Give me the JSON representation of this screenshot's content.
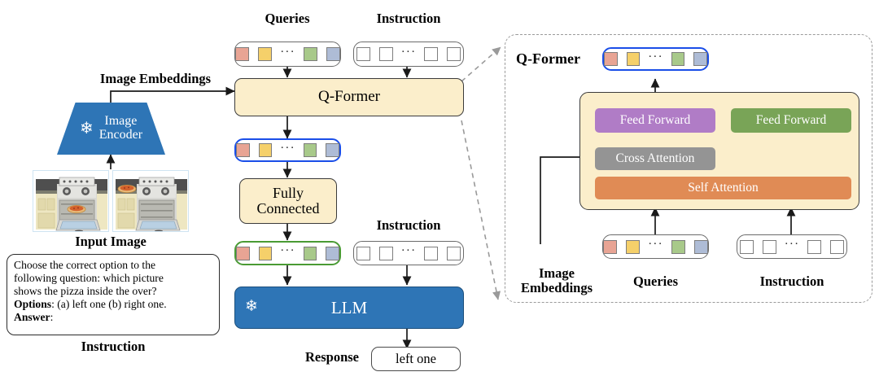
{
  "diagram": {
    "title": "InstructBLIP architecture overview",
    "colors": {
      "cream": "#fbeecb",
      "blue": "#2e75b6",
      "purple": "#b07cc6",
      "green": "#79a457",
      "gray": "#949494",
      "orange": "#e08b55",
      "token_salmon": "#e8a494",
      "token_gold": "#f5d06a",
      "token_green": "#a8c98a",
      "token_blue": "#aebcd6",
      "highlight_blue_border": "#1a4ee8",
      "highlight_green_border": "#4a9b34",
      "dashed_border": "#9a9a9a"
    }
  },
  "left": {
    "image_embeddings_label": "Image Embeddings",
    "encoder_label_line1": "Image",
    "encoder_label_line2": "Encoder",
    "encoder_frozen_icon": "snowflake-icon",
    "input_image_label": "Input Image",
    "instruction_label": "Instruction",
    "instruction_text": {
      "line1": "Choose the correct option to the",
      "line2": "following question: which picture",
      "line3": "shows the pizza inside the over?",
      "options_key": "Options",
      "options_value": ": (a) left one (b) right one.",
      "answer_key": "Answer",
      "answer_value": ":"
    },
    "thumbnails": [
      {
        "name": "oven-with-pizza-inside",
        "alt": "kitchen oven with pizza inside the oven"
      },
      {
        "name": "oven-with-pizza-on-counter",
        "alt": "kitchen oven with pizza on the counter"
      }
    ]
  },
  "center": {
    "queries_label": "Queries",
    "instruction_label_top": "Instruction",
    "qformer_label": "Q-Former",
    "fully_connected_line1": "Fully",
    "fully_connected_line2": "Connected",
    "instruction_label_bottom": "Instruction",
    "llm_label": "LLM",
    "llm_frozen_icon": "snowflake-icon",
    "response_label": "Response",
    "response_value": "left one",
    "query_tokens": [
      "salmon",
      "gold",
      "ellipsis",
      "green",
      "blue"
    ],
    "instruction_tokens": [
      "empty",
      "empty",
      "ellipsis",
      "empty",
      "empty"
    ],
    "ellipsis": "···"
  },
  "right": {
    "panel_title": "Q-Former",
    "feed_forward_left": "Feed Forward",
    "feed_forward_right": "Feed Forward",
    "cross_attention": "Cross Attention",
    "self_attention": "Self Attention",
    "image_embeddings_label_line1": "Image",
    "image_embeddings_label_line2": "Embeddings",
    "queries_label": "Queries",
    "instruction_label": "Instruction",
    "query_tokens": [
      "salmon",
      "gold",
      "ellipsis",
      "green",
      "blue"
    ],
    "instruction_tokens": [
      "empty",
      "empty",
      "ellipsis",
      "empty",
      "empty"
    ]
  }
}
